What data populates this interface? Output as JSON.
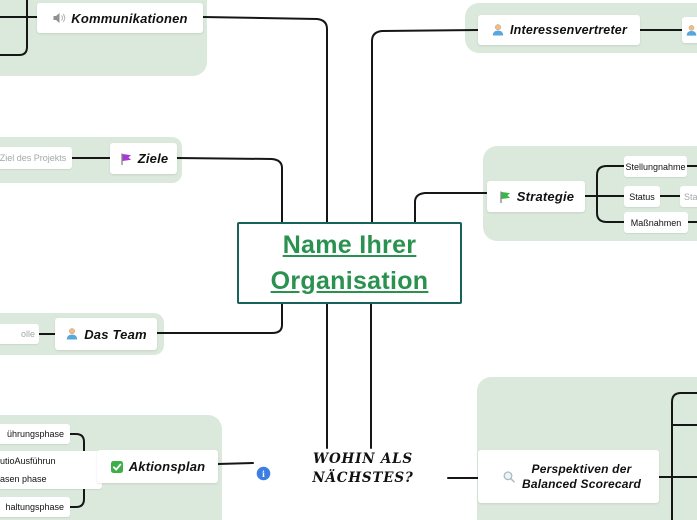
{
  "colors": {
    "panel": "#dbe9dc",
    "line": "#161616",
    "central_text": "#2b9150",
    "central_border": "#17625a",
    "ziele_flag": "#a63bd4",
    "strategie_flag": "#3bb54a",
    "checkbox_green": "#3fae49",
    "info_blue": "#3c7fe3"
  },
  "central_node": {
    "line1": "Name Ihrer",
    "line2": "Organisation"
  },
  "branches": {
    "kommunikationen": {
      "label": "Kommunikationen"
    },
    "interessenvertreter": {
      "label": "Interessenvertreter"
    },
    "ziele": {
      "label": "Ziele",
      "child_label": "Ziel des Projekts"
    },
    "strategie": {
      "label": "Strategie",
      "children": {
        "stellungnahme": "Stellungnahme",
        "status": "Status",
        "status_next_partial": "Sta",
        "massnahmen": "Maßnahmen"
      }
    },
    "das_team": {
      "label": "Das Team",
      "child_partial": "olle"
    },
    "aktionsplan": {
      "label": "Aktionsplan",
      "children": {
        "phase1_partial": "ührungsphase",
        "phase2_line1_partial": "utioAusführun",
        "phase2_line2_partial": "asen phase",
        "phase3_partial": "haltungsphase"
      }
    },
    "wohin_als_naechstes": {
      "line1": "WOHIN ALS",
      "line2": "NÄCHSTES?"
    },
    "perspektiven": {
      "line1": "Perspektiven der",
      "line2": "Balanced Scorecard"
    }
  }
}
